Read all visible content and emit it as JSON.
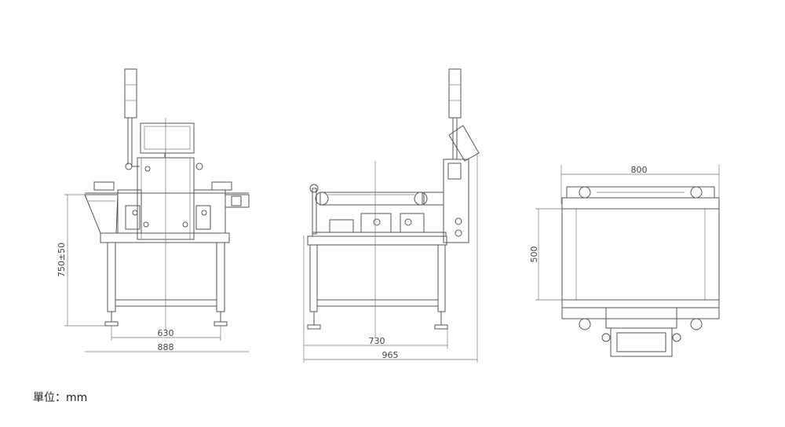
{
  "unit_label": "單位：mm",
  "front_view": {
    "height_dim": "750±50",
    "inner_width_dim": "630",
    "outer_width_dim": "888"
  },
  "side_view": {
    "inner_width_dim": "730",
    "outer_width_dim": "965"
  },
  "top_view": {
    "width_dim": "800",
    "depth_dim": "500"
  }
}
